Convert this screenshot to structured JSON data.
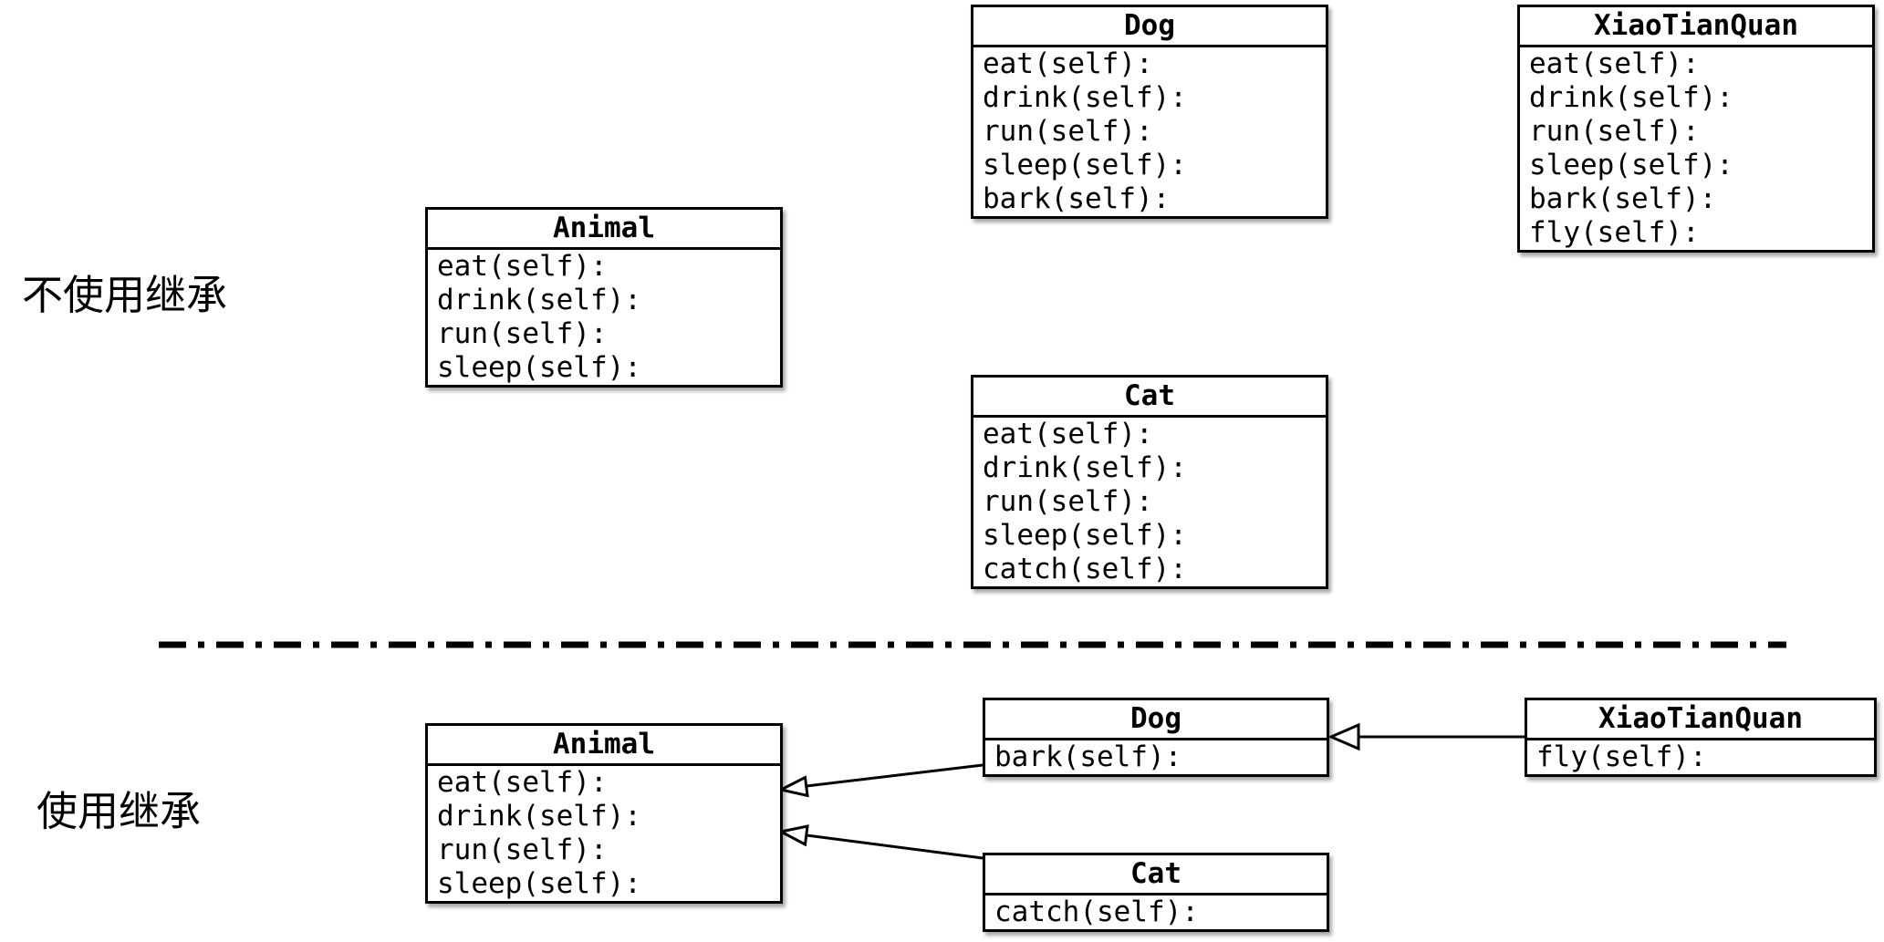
{
  "labels": {
    "no_inheritance": "不使用继承",
    "with_inheritance": "使用继承"
  },
  "colors": {
    "line": "#000000",
    "text": "#000000",
    "box_background": "#ffffff",
    "box_border": "#000000"
  },
  "no_inheritance": {
    "animal": {
      "title": "Animal",
      "methods": [
        "eat(self):",
        "drink(self):",
        "run(self):",
        "sleep(self):"
      ]
    },
    "dog": {
      "title": "Dog",
      "methods": [
        "eat(self):",
        "drink(self):",
        "run(self):",
        "sleep(self):",
        "bark(self):"
      ]
    },
    "xiaotianquan": {
      "title": "XiaoTianQuan",
      "methods": [
        "eat(self):",
        "drink(self):",
        "run(self):",
        "sleep(self):",
        "bark(self):",
        "fly(self):"
      ]
    },
    "cat": {
      "title": "Cat",
      "methods": [
        "eat(self):",
        "drink(self):",
        "run(self):",
        "sleep(self):",
        "catch(self):"
      ]
    }
  },
  "with_inheritance": {
    "animal": {
      "title": "Animal",
      "methods": [
        "eat(self):",
        "drink(self):",
        "run(self):",
        "sleep(self):"
      ]
    },
    "dog": {
      "title": "Dog",
      "methods": [
        "bark(self):"
      ]
    },
    "xiaotianquan": {
      "title": "XiaoTianQuan",
      "methods": [
        "fly(self):"
      ]
    },
    "cat": {
      "title": "Cat",
      "methods": [
        "catch(self):"
      ]
    }
  },
  "relationships": [
    {
      "child": "Dog",
      "parent": "Animal",
      "type": "inheritance"
    },
    {
      "child": "Cat",
      "parent": "Animal",
      "type": "inheritance"
    },
    {
      "child": "XiaoTianQuan",
      "parent": "Dog",
      "type": "inheritance"
    }
  ]
}
